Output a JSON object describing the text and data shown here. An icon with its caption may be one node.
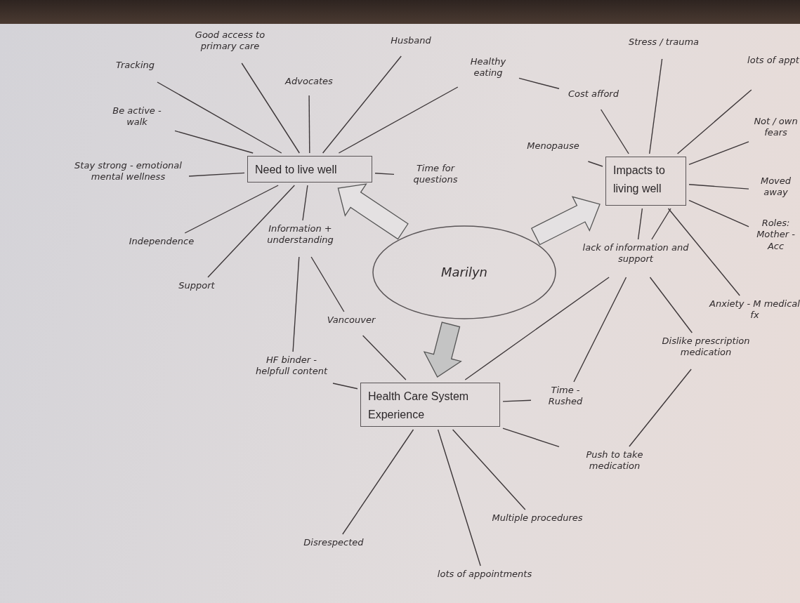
{
  "diagram": {
    "nodes": [
      {
        "text": [
          "Need to live well"
        ]
      },
      {
        "text": [
          "Impacts to living well"
        ]
      },
      {
        "text": [
          "Health Care System Experience"
        ]
      },
      {
        "text": [
          "Marilyn"
        ]
      },
      {
        "text": [
          "Tracking"
        ]
      },
      {
        "text": [
          "Good access to primary care"
        ]
      },
      {
        "text": [
          "Advocates"
        ]
      },
      {
        "text": [
          "Husband"
        ]
      },
      {
        "text": [
          "Healthy eating"
        ]
      },
      {
        "text": [
          "Be active - walk"
        ]
      },
      {
        "text": [
          "Stay strong - emotional mental wellness"
        ]
      },
      {
        "text": [
          "Time for questions"
        ]
      },
      {
        "text": [
          "Independence"
        ]
      },
      {
        "text": [
          "Support"
        ]
      },
      {
        "text": [
          "Information + understanding"
        ]
      },
      {
        "text": [
          "Cost afford"
        ]
      },
      {
        "text": [
          "Stress / trauma"
        ]
      },
      {
        "text": [
          "lots of appt"
        ]
      },
      {
        "text": [
          "Not / own fears"
        ]
      },
      {
        "text": [
          "Menopause"
        ]
      },
      {
        "text": [
          "Moved away"
        ]
      },
      {
        "text": [
          "Roles: Mother - Acc"
        ]
      },
      {
        "text": [
          "lack of information and support"
        ]
      },
      {
        "text": [
          "Anxiety - M medical fx"
        ]
      },
      {
        "text": [
          "Dislike prescription medication"
        ]
      },
      {
        "text": [
          "HF binder - helpfull content"
        ]
      },
      {
        "text": [
          "Vancouver"
        ]
      },
      {
        "text": [
          "Time - Rushed"
        ]
      },
      {
        "text": [
          "Push to take medication"
        ]
      },
      {
        "text": [
          "Disrespected"
        ]
      },
      {
        "text": [
          "lots of appointments"
        ]
      },
      {
        "text": [
          "Multiple procedures"
        ]
      }
    ],
    "edges": [
      {
        "from": 3,
        "to": 0,
        "arrow": "to",
        "style": "thick"
      },
      {
        "from": 3,
        "to": 1,
        "arrow": "to",
        "style": "thick"
      },
      {
        "from": 3,
        "to": 2,
        "arrow": "to",
        "style": "thick",
        "color": "#c4c4c4"
      },
      {
        "from": 0,
        "to": 4,
        "arrow": "none"
      },
      {
        "from": 0,
        "to": 5,
        "arrow": "none"
      },
      {
        "from": 0,
        "to": 6,
        "arrow": "none"
      },
      {
        "from": 0,
        "to": 7,
        "arrow": "none"
      },
      {
        "from": 0,
        "to": 8,
        "arrow": "none"
      },
      {
        "from": 0,
        "to": 9,
        "arrow": "none"
      },
      {
        "from": 0,
        "to": 10,
        "arrow": "none"
      },
      {
        "from": 0,
        "to": 11,
        "arrow": "none"
      },
      {
        "from": 0,
        "to": 12,
        "arrow": "none"
      },
      {
        "from": 0,
        "to": 13,
        "arrow": "none"
      },
      {
        "from": 0,
        "to": 14,
        "arrow": "none"
      },
      {
        "from": 8,
        "to": 15,
        "arrow": "none"
      },
      {
        "from": 15,
        "to": 1,
        "arrow": "none"
      },
      {
        "from": 1,
        "to": 16,
        "arrow": "none"
      },
      {
        "from": 1,
        "to": 17,
        "arrow": "none"
      },
      {
        "from": 1,
        "to": 18,
        "arrow": "none"
      },
      {
        "from": 1,
        "to": 19,
        "arrow": "none"
      },
      {
        "from": 1,
        "to": 20,
        "arrow": "none"
      },
      {
        "from": 1,
        "to": 21,
        "arrow": "none"
      },
      {
        "from": 1,
        "to": 22,
        "arrow": "none"
      },
      {
        "from": 1,
        "to": 22,
        "arrow": "none"
      },
      {
        "from": 1,
        "to": 23,
        "arrow": "none"
      },
      {
        "from": 22,
        "to": 24,
        "arrow": "none"
      },
      {
        "from": 22,
        "to": 2,
        "arrow": "none"
      },
      {
        "from": 22,
        "to": 27,
        "arrow": "none"
      },
      {
        "from": 24,
        "to": 28,
        "arrow": "none"
      },
      {
        "from": 14,
        "to": 25,
        "arrow": "none"
      },
      {
        "from": 14,
        "to": 26,
        "arrow": "none"
      },
      {
        "from": 26,
        "to": 2,
        "arrow": "none"
      },
      {
        "from": 2,
        "to": 25,
        "arrow": "none"
      },
      {
        "from": 2,
        "to": 27,
        "arrow": "none"
      },
      {
        "from": 2,
        "to": 28,
        "arrow": "none"
      },
      {
        "from": 2,
        "to": 29,
        "arrow": "none"
      },
      {
        "from": 2,
        "to": 30,
        "arrow": "none"
      },
      {
        "from": 2,
        "to": 31,
        "arrow": "none"
      }
    ]
  }
}
